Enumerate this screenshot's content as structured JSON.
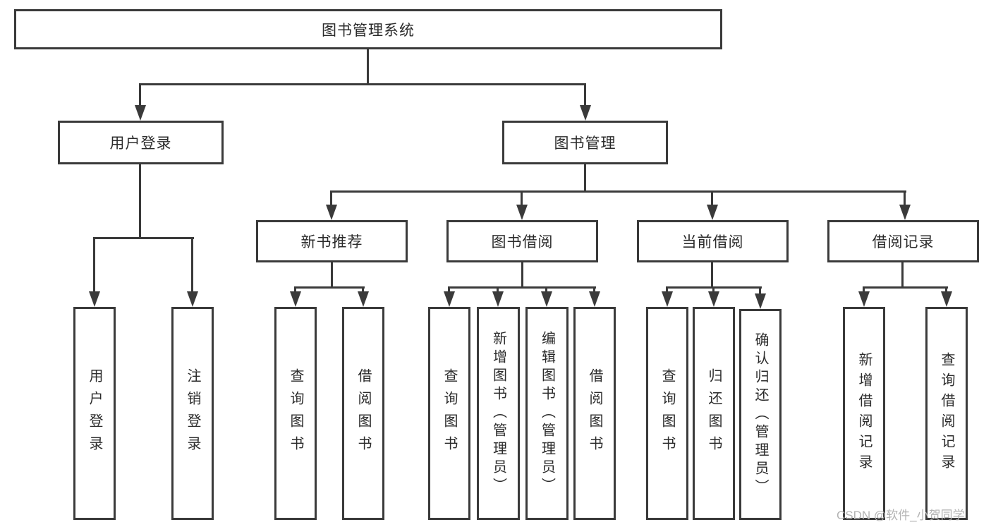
{
  "diagram": {
    "title": "图书管理系统",
    "colors": {
      "line": "#3a3a3a",
      "text": "#2b2b2b",
      "background": "#ffffff",
      "watermark": "#b3b3b3"
    },
    "nodes": {
      "root": "图书管理系统",
      "user_login": "用户登录",
      "book_mgmt": "图书管理",
      "user_login_leaf": "用户登录",
      "logout_leaf": "注销登录",
      "new_book_rec": "新书推荐",
      "book_borrow": "图书借阅",
      "current_borrow": "当前借阅",
      "borrow_records": "借阅记录",
      "nbr_query": "查询图书",
      "nbr_borrow": "借阅图书",
      "bb_query": "查询图书",
      "bb_add": "新增图书（管理员）",
      "bb_edit": "编辑图书（管理员）",
      "bb_borrow": "借阅图书",
      "cb_query": "查询图书",
      "cb_return": "归还图书",
      "cb_confirm": "确认归还（管理员）",
      "br_add": "新增借阅记录",
      "br_query": "查询借阅记录"
    },
    "tree": {
      "label": "图书管理系统",
      "children": [
        {
          "label": "用户登录",
          "children": [
            {
              "label": "用户登录"
            },
            {
              "label": "注销登录"
            }
          ]
        },
        {
          "label": "图书管理",
          "children": [
            {
              "label": "新书推荐",
              "children": [
                {
                  "label": "查询图书"
                },
                {
                  "label": "借阅图书"
                }
              ]
            },
            {
              "label": "图书借阅",
              "children": [
                {
                  "label": "查询图书"
                },
                {
                  "label": "新增图书（管理员）"
                },
                {
                  "label": "编辑图书（管理员）"
                },
                {
                  "label": "借阅图书"
                }
              ]
            },
            {
              "label": "当前借阅",
              "children": [
                {
                  "label": "查询图书"
                },
                {
                  "label": "归还图书"
                },
                {
                  "label": "确认归还（管理员）"
                }
              ]
            },
            {
              "label": "借阅记录",
              "children": [
                {
                  "label": "新增借阅记录"
                },
                {
                  "label": "查询借阅记录"
                }
              ]
            }
          ]
        }
      ]
    },
    "watermark": "CSDN @软件_小贺同学"
  }
}
